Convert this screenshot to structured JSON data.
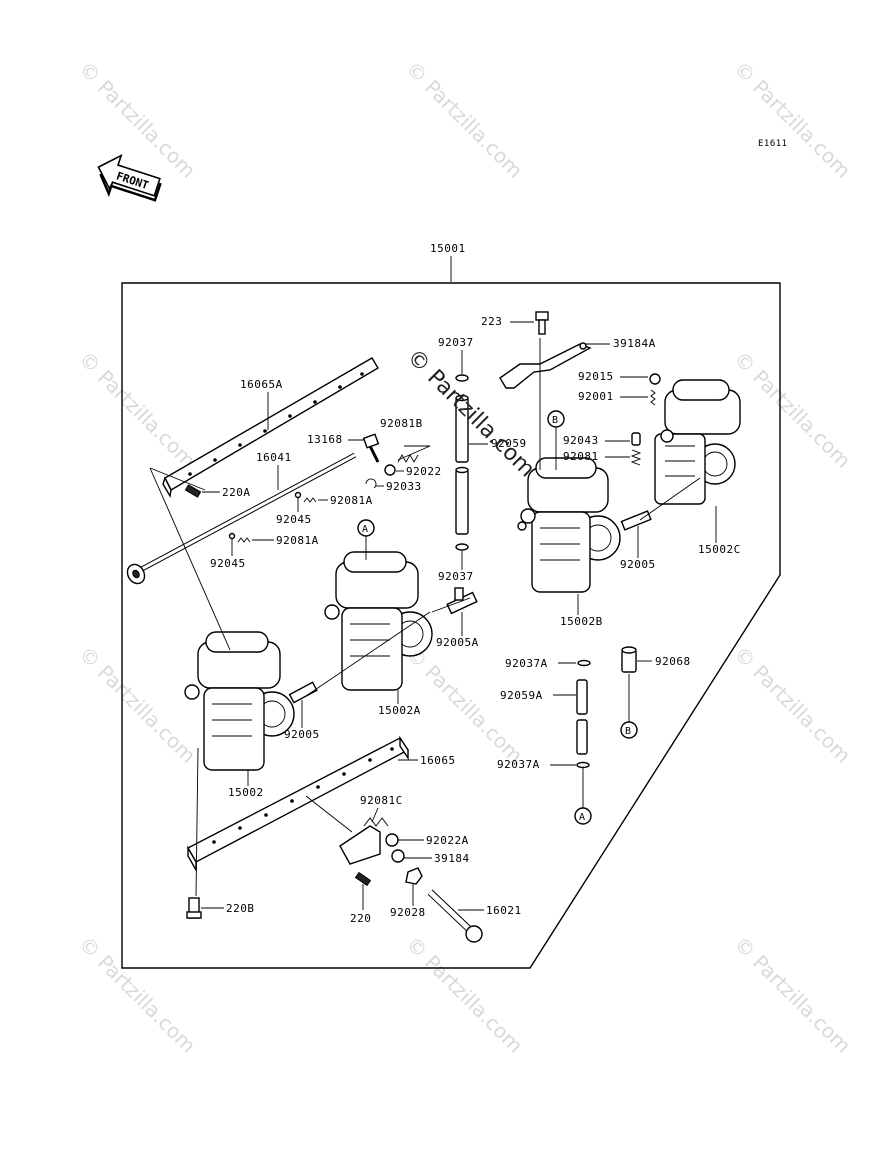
{
  "diagram": {
    "code": "E1611",
    "front_label": "FRONT",
    "watermark": "© Partzilla.com",
    "center_watermark": "© Partzilla.com",
    "assembly_label": "15001",
    "refs": {
      "A": "A",
      "B": "B"
    },
    "labels": {
      "l223": "223",
      "l39184A": "39184A",
      "l92037_top": "92037",
      "l92015": "92015",
      "l92001": "92001",
      "l16065A": "16065A",
      "l92081B": "92081B",
      "l13168": "13168",
      "l92059": "92059",
      "l92043": "92043",
      "l92081": "92081",
      "l16041": "16041",
      "l92022": "92022",
      "l92033": "92033",
      "l220A": "220A",
      "l92081A_1": "92081A",
      "l92045_1": "92045",
      "l92081A_2": "92081A",
      "l92045_2": "92045",
      "l15002C": "15002C",
      "l92005_r": "92005",
      "l15002B": "15002B",
      "l92037_mid": "92037",
      "l92005A": "92005A",
      "l92037A_1": "92037A",
      "l92068": "92068",
      "l92059A": "92059A",
      "l15002A": "15002A",
      "l92005_l": "92005",
      "l92037A_2": "92037A",
      "l16065": "16065",
      "l15002": "15002",
      "l92081C": "92081C",
      "l92022A": "92022A",
      "l39184": "39184",
      "l220B": "220B",
      "l220": "220",
      "l92028": "92028",
      "l16021": "16021"
    }
  }
}
